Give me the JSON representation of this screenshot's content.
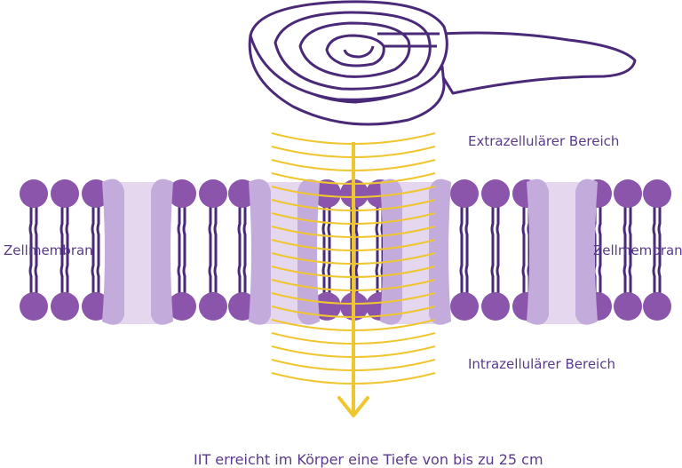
{
  "labels": {
    "extracellular": "Extrazellulärer Bereich",
    "intracellular": "Intrazellulärer Bereich",
    "membrane_left": "Zellmembran",
    "membrane_right": "Zellmembran",
    "caption": "IIT erreicht im Körper eine Tiefe von bis zu 25 cm"
  },
  "colors": {
    "lipid_head": "#8a55aa",
    "lipid_tail": "#4a2a78",
    "channel_light": "#e4d7ee",
    "channel_dark": "#c3abdb",
    "field_lines": "#f0c630",
    "device_outline": "#4a2a78",
    "text": "#5a3a8a"
  },
  "icons": {
    "device": "magnetic-coil-icon",
    "arrow": "arrow-down-icon"
  }
}
